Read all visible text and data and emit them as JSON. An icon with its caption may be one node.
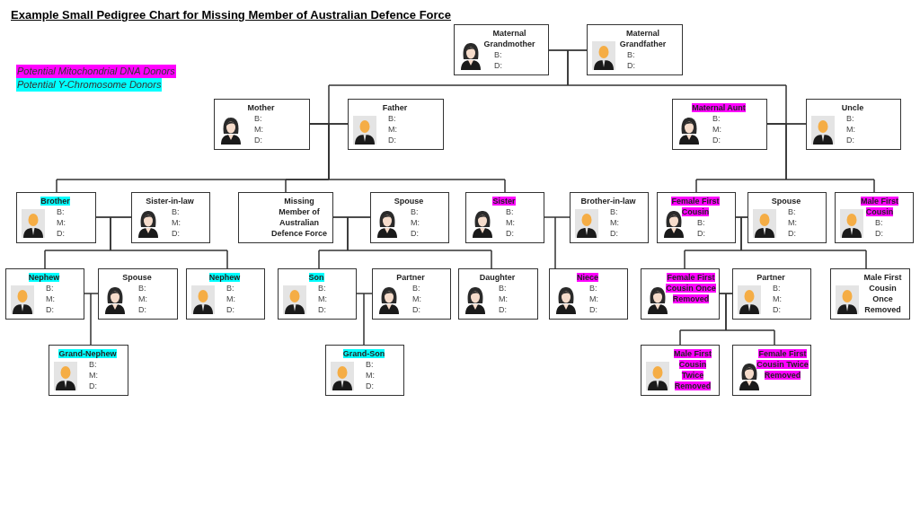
{
  "diagram": {
    "title": "Example Small Pedigree Chart for Missing Member of Australian Defence Force",
    "nodes": [
      {
        "text": [
          "Maternal Grandmother",
          "B:",
          "D:"
        ]
      },
      {
        "text": [
          "Maternal Grandfather",
          "B:",
          "D:"
        ]
      },
      {
        "text": [
          "Mother",
          "B:",
          "M:",
          "D:"
        ]
      },
      {
        "text": [
          "Father",
          "B:",
          "M:",
          "D:"
        ]
      },
      {
        "text": [
          "Maternal Aunt",
          "B:",
          "M:",
          "D:"
        ]
      },
      {
        "text": [
          "Uncle",
          "B:",
          "M:",
          "D:"
        ]
      },
      {
        "text": [
          "Brother",
          "B:",
          "M:",
          "D:"
        ]
      },
      {
        "text": [
          "Sister-in-law",
          "B:",
          "M:",
          "D:"
        ]
      },
      {
        "text": [
          "Missing Member of Australian Defence Force"
        ]
      },
      {
        "text": [
          "Spouse",
          "B:",
          "M:",
          "D:"
        ]
      },
      {
        "text": [
          "Sister",
          "B:",
          "M:",
          "D:"
        ]
      },
      {
        "text": [
          "Brother-in-law",
          "B:",
          "M:",
          "D:"
        ]
      },
      {
        "text": [
          "Female First Cousin",
          "B:",
          "D:"
        ]
      },
      {
        "text": [
          "Spouse",
          "B:",
          "M:",
          "D:"
        ]
      },
      {
        "text": [
          "Male First Cousin",
          "B:",
          "D:"
        ]
      },
      {
        "text": [
          "Nephew",
          "B:",
          "M:",
          "D:"
        ]
      },
      {
        "text": [
          "Spouse",
          "B:",
          "M:",
          "D:"
        ]
      },
      {
        "text": [
          "Nephew",
          "B:",
          "M:",
          "D:"
        ]
      },
      {
        "text": [
          "Son",
          "B:",
          "M:",
          "D:"
        ]
      },
      {
        "text": [
          "Partner",
          "B:",
          "M:",
          "D:"
        ]
      },
      {
        "text": [
          "Daughter",
          "B:",
          "M:",
          "D:"
        ]
      },
      {
        "text": [
          "Niece",
          "B:",
          "M:",
          "D:"
        ]
      },
      {
        "text": [
          "Female First Cousin Once Removed"
        ]
      },
      {
        "text": [
          "Partner",
          "B:",
          "M:",
          "D:"
        ]
      },
      {
        "text": [
          "Male First Cousin Once Removed"
        ]
      },
      {
        "text": [
          "Grand-Nephew",
          "B:",
          "M:",
          "D:"
        ]
      },
      {
        "text": [
          "Grand-Son",
          "B:",
          "M:",
          "D:"
        ]
      },
      {
        "text": [
          "Male First Cousin Twice Removed"
        ]
      },
      {
        "text": [
          "Female First Cousin Twice Removed"
        ]
      }
    ],
    "edges": [
      {
        "from": 0,
        "to": 1,
        "arrow": "none"
      },
      {
        "from": 2,
        "to": 3,
        "arrow": "none"
      },
      {
        "from": 4,
        "to": 5,
        "arrow": "none"
      },
      {
        "from": 6,
        "to": 7,
        "arrow": "none"
      },
      {
        "from": 8,
        "to": 9,
        "arrow": "none"
      },
      {
        "from": 10,
        "to": 11,
        "arrow": "none"
      },
      {
        "from": 12,
        "to": 13,
        "arrow": "none"
      },
      {
        "from": 15,
        "to": 16,
        "arrow": "none"
      },
      {
        "from": 18,
        "to": 19,
        "arrow": "none"
      },
      {
        "from": 22,
        "to": 23,
        "arrow": "none"
      },
      {
        "from": 0,
        "to": 2,
        "arrow": "none"
      },
      {
        "from": 1,
        "to": 2,
        "arrow": "none"
      },
      {
        "from": 0,
        "to": 4,
        "arrow": "none"
      },
      {
        "from": 1,
        "to": 4,
        "arrow": "none"
      },
      {
        "from": 2,
        "to": 6,
        "arrow": "none"
      },
      {
        "from": 3,
        "to": 6,
        "arrow": "none"
      },
      {
        "from": 2,
        "to": 8,
        "arrow": "none"
      },
      {
        "from": 3,
        "to": 8,
        "arrow": "none"
      },
      {
        "from": 2,
        "to": 10,
        "arrow": "none"
      },
      {
        "from": 3,
        "to": 10,
        "arrow": "none"
      },
      {
        "from": 4,
        "to": 12,
        "arrow": "none"
      },
      {
        "from": 5,
        "to": 12,
        "arrow": "none"
      },
      {
        "from": 4,
        "to": 14,
        "arrow": "none"
      },
      {
        "from": 5,
        "to": 14,
        "arrow": "none"
      },
      {
        "from": 6,
        "to": 15,
        "arrow": "none"
      },
      {
        "from": 7,
        "to": 15,
        "arrow": "none"
      },
      {
        "from": 6,
        "to": 17,
        "arrow": "none"
      },
      {
        "from": 7,
        "to": 17,
        "arrow": "none"
      },
      {
        "from": 8,
        "to": 18,
        "arrow": "none"
      },
      {
        "from": 9,
        "to": 18,
        "arrow": "none"
      },
      {
        "from": 8,
        "to": 20,
        "arrow": "none"
      },
      {
        "from": 9,
        "to": 20,
        "arrow": "none"
      },
      {
        "from": 10,
        "to": 21,
        "arrow": "none"
      },
      {
        "from": 11,
        "to": 21,
        "arrow": "none"
      },
      {
        "from": 12,
        "to": 22,
        "arrow": "none"
      },
      {
        "from": 13,
        "to": 22,
        "arrow": "none"
      },
      {
        "from": 12,
        "to": 24,
        "arrow": "none"
      },
      {
        "from": 13,
        "to": 24,
        "arrow": "none"
      },
      {
        "from": 15,
        "to": 25,
        "arrow": "none"
      },
      {
        "from": 16,
        "to": 25,
        "arrow": "none"
      },
      {
        "from": 18,
        "to": 26,
        "arrow": "none"
      },
      {
        "from": 19,
        "to": 26,
        "arrow": "none"
      },
      {
        "from": 22,
        "to": 27,
        "arrow": "none"
      },
      {
        "from": 23,
        "to": 27,
        "arrow": "none"
      },
      {
        "from": 22,
        "to": 28,
        "arrow": "none"
      },
      {
        "from": 23,
        "to": 28,
        "arrow": "none"
      }
    ],
    "legend": [
      {
        "text": "Potential Mitochondrial DNA Donors",
        "color": "#ff00ff"
      },
      {
        "text": "Potential Y-Chromosome Donors",
        "color": "#00ffff"
      }
    ]
  }
}
